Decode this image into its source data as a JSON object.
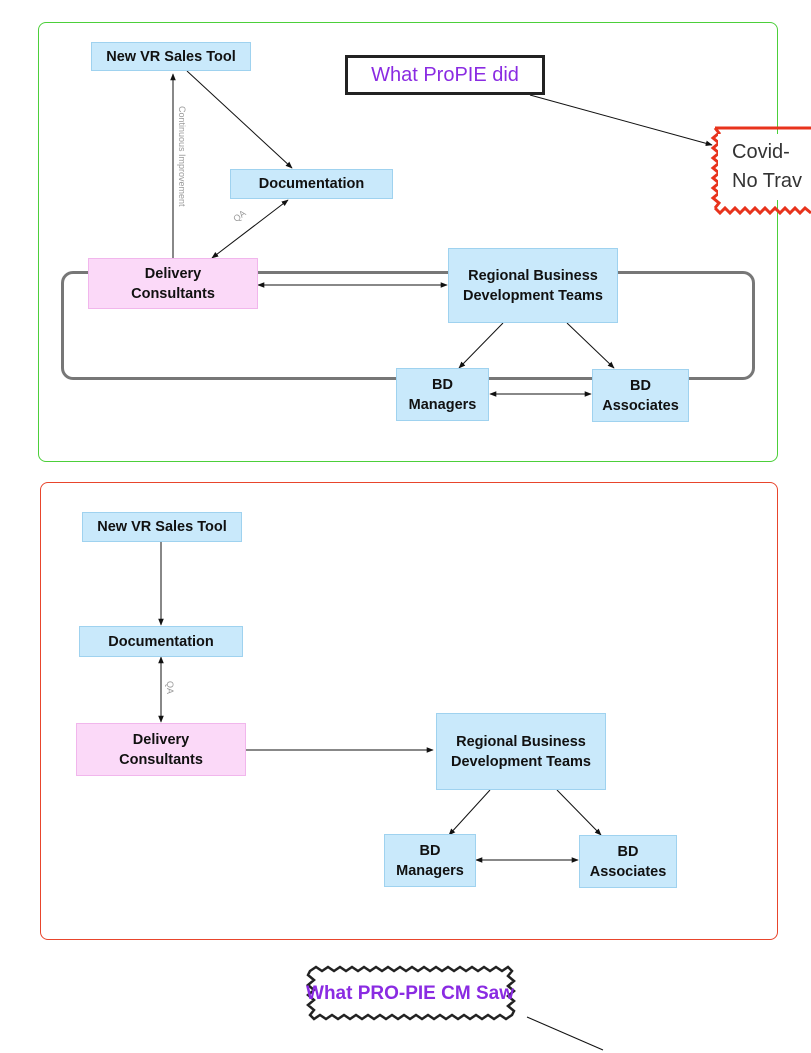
{
  "top_diagram": {
    "sales_tool": "New VR Sales Tool",
    "documentation": "Documentation",
    "delivery": "Delivery Consultants",
    "regional": "Regional Business Development Teams",
    "bd_managers": "BD Managers",
    "bd_associates": "BD Associates",
    "label_ci": "Continuous Improvement",
    "label_qa": "QA",
    "callout": "What ProPIE did",
    "covid_line1": "Covid-",
    "covid_line2": "No Trav"
  },
  "bottom_diagram": {
    "sales_tool": "New VR Sales Tool",
    "documentation": "Documentation",
    "delivery": "Delivery Consultants",
    "regional": "Regional Business Development Teams",
    "bd_managers": "BD Managers",
    "bd_associates": "BD Associates",
    "label_qa": "QA"
  },
  "footer_callout": "What PRO-PIE CM Saw",
  "colors": {
    "green_frame": "#4ccf3a",
    "red_frame": "#e8452c",
    "node_blue": "#c9e9fb",
    "node_pink": "#fbd9f8",
    "accent_purple": "#8a2be2"
  }
}
